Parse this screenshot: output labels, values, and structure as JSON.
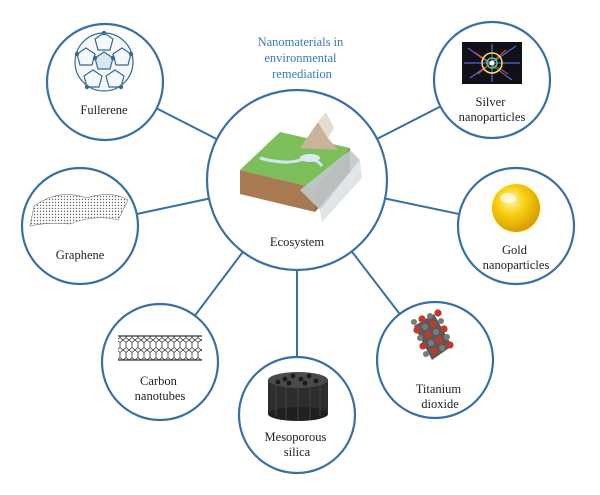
{
  "title": [
    "Nanomaterials in",
    "environmental",
    "remediation"
  ],
  "center": {
    "label": "Ecosystem"
  },
  "nodes": [
    {
      "id": "fullerene",
      "label": [
        "Fullerene"
      ],
      "icon": "fullerene-icon"
    },
    {
      "id": "silver",
      "label": [
        "Silver",
        "nanoparticles"
      ],
      "icon": "silver-nanoparticle-icon"
    },
    {
      "id": "graphene",
      "label": [
        "Graphene"
      ],
      "icon": "graphene-sheet-icon"
    },
    {
      "id": "gold",
      "label": [
        "Gold",
        "nanoparticles"
      ],
      "icon": "gold-sphere-icon"
    },
    {
      "id": "carbon",
      "label": [
        "Carbon",
        "nanotubes"
      ],
      "icon": "nanotube-icon"
    },
    {
      "id": "titanium",
      "label": [
        "Titanium",
        "dioxide"
      ],
      "icon": "titanium-dioxide-lattice-icon"
    },
    {
      "id": "silica",
      "label": [
        "Mesoporous",
        "silica"
      ],
      "icon": "mesoporous-silica-icon"
    }
  ],
  "colors": {
    "line": "#3a6fa3",
    "title": "#3a78c2",
    "text": "#222222",
    "gold": "#f5c400",
    "graphite": "#2d2d2d"
  }
}
